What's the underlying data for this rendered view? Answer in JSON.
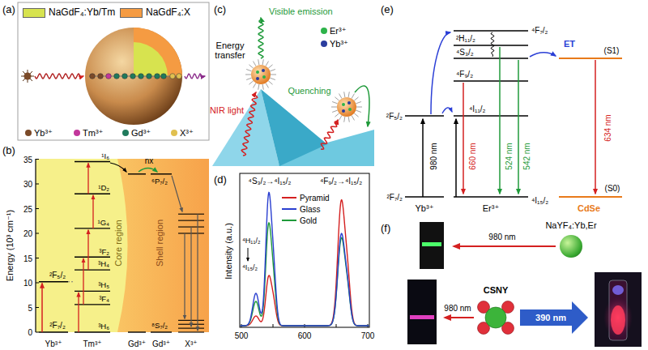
{
  "diagram": {
    "nodes": [
      {
        "text": [
          "Core region"
        ]
      },
      {
        "text": [
          "Shell region"
        ]
      },
      {
        "text": [
          "NaYF₄:Yb,Er"
        ]
      },
      {
        "text": [
          "CSNY"
        ]
      }
    ],
    "labels": [
      "(a)",
      "(b)",
      "Energy (10³ cm⁻¹)",
      "0",
      "5",
      "10",
      "15",
      "20",
      "25",
      "30",
      "35",
      "²F₅/₂",
      "²F₇/₂",
      "¹I₆",
      "¹D₂",
      "¹G₄",
      "³F₂",
      "³H₄",
      "³H₅",
      "³F₄",
      "³H₆",
      "nx",
      "⁶P₇/₂",
      "⁸S₇/₂",
      "Yb³⁺",
      "Tm³⁺",
      "Gd³⁺",
      "Gd³⁺",
      "X³⁺",
      "(c)",
      "Visible emission",
      "Energy transfer",
      "NIR light",
      "Quenching",
      "(d)",
      "Intensity (a.u.)",
      "500",
      "600",
      "700",
      "⁴S₃/₂→⁴I₁₅/₂",
      "⁴F₉/₂→⁴I₁₅/₂",
      "⁴H₁₁/₂",
      "⁴I₁₅/₂",
      "(e)",
      "⁴F₇/₂",
      "²H₁₁/₂",
      "⁴S₃/₂",
      "⁴F₉/₂",
      "²F₅/₂",
      "⁴I₁₁/₂",
      "ET",
      "(S1)",
      "980 nm",
      "660 nm",
      "524 nm",
      "542 nm",
      "634 nm",
      "²F₇/₂",
      "⁴I₁₅/₂",
      "(S0)",
      "Yb³⁺",
      "Er³⁺",
      "CdSe",
      "(f)",
      "980 nm",
      "980 nm",
      "390 nm"
    ],
    "legend": [
      {
        "text": "NaGdF₄:Yb/Tm",
        "color": "#d7e34f"
      },
      {
        "text": "NaGdF₄:X",
        "color": "#f59b42"
      },
      {
        "text": "Yb³⁺",
        "color": "#7b4a28"
      },
      {
        "text": "Tm³⁺",
        "color": "#c2379b"
      },
      {
        "text": "Gd³⁺",
        "color": "#1f7a5c"
      },
      {
        "text": "X³⁺",
        "color": "#e0c050"
      },
      {
        "text": "Er³⁺",
        "color": "#2db34a"
      },
      {
        "text": "Yb³⁺",
        "color": "#2b3d9e"
      },
      {
        "text": "Pyramid"
      },
      {
        "text": "Glass"
      },
      {
        "text": "Gold"
      }
    ]
  }
}
